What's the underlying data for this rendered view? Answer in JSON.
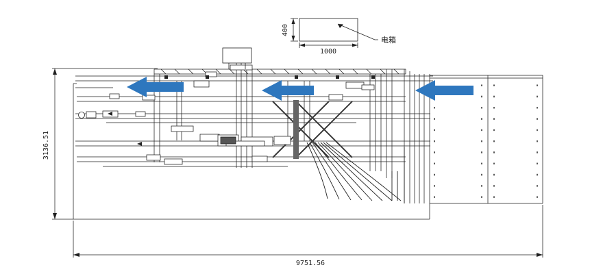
{
  "drawing": {
    "title": "machine-layout-cad-drawing",
    "bottom_dim": "9751.56",
    "left_dim": "3136.51",
    "ebox_width_dim": "1000",
    "ebox_height_dim": "400",
    "ebox_label": "电箱"
  },
  "colors": {
    "arrow": "#2e77be",
    "line": "#1f1f1f",
    "background": "#ffffff"
  }
}
